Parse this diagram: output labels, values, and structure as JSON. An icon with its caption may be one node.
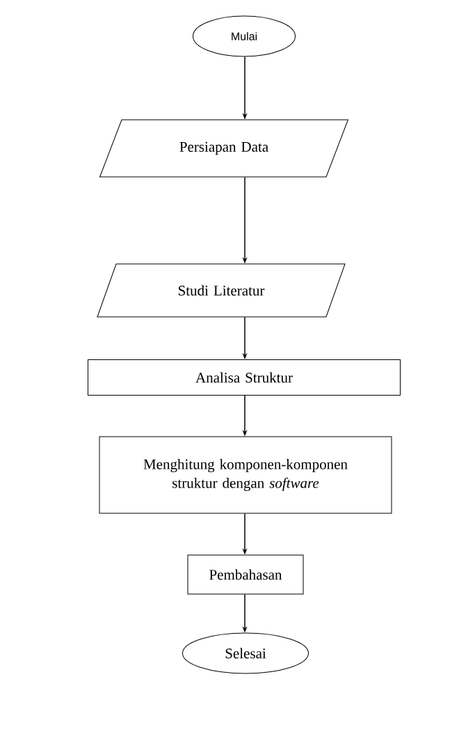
{
  "diagram": {
    "nodes": [
      {
        "text": [
          "Mulai"
        ]
      },
      {
        "text": [
          "Persiapan Data"
        ]
      },
      {
        "text": [
          "Studi Literatur"
        ]
      },
      {
        "text": [
          "Analisa Struktur"
        ]
      },
      {
        "text": [
          "Menghitung komponen-komponen struktur dengan *software*"
        ]
      },
      {
        "text": [
          "Pembahasan"
        ]
      },
      {
        "text": [
          "Selesai"
        ]
      }
    ],
    "edges": [
      {
        "from": 0,
        "to": 1,
        "arrow": "to"
      },
      {
        "from": 1,
        "to": 2,
        "arrow": "to"
      },
      {
        "from": 2,
        "to": 3,
        "arrow": "to"
      },
      {
        "from": 3,
        "to": 4,
        "arrow": "to"
      },
      {
        "from": 4,
        "to": 5,
        "arrow": "to"
      },
      {
        "from": 5,
        "to": 6,
        "arrow": "to"
      }
    ]
  }
}
